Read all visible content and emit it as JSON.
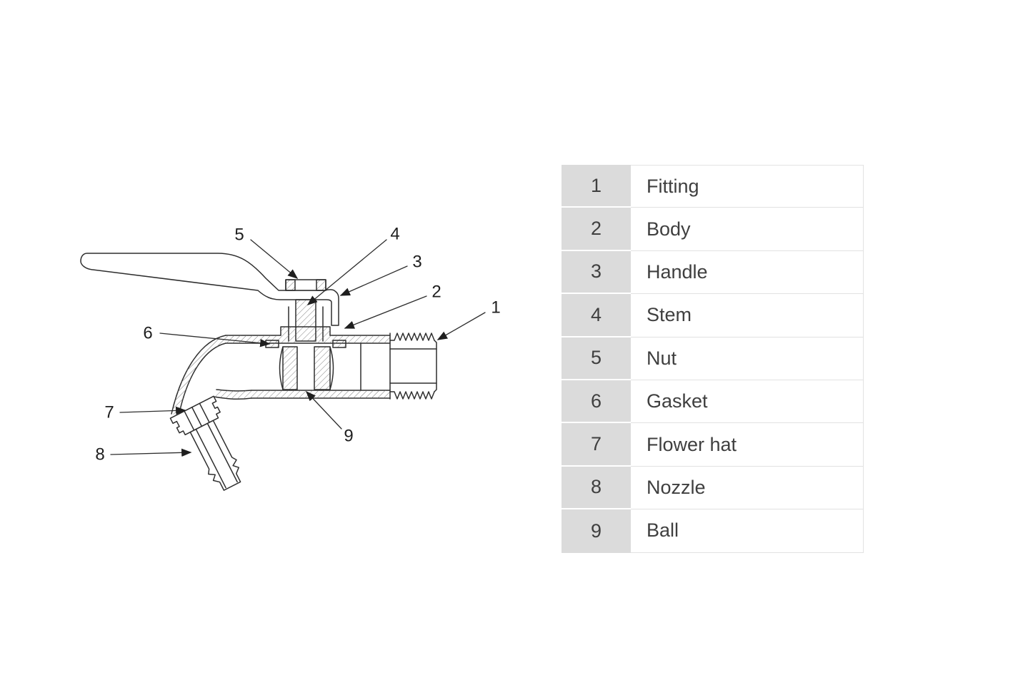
{
  "page": {
    "background": "#ffffff"
  },
  "diagram": {
    "line_color": "#2e2e2e",
    "callout_numbers": [
      "1",
      "2",
      "3",
      "4",
      "5",
      "6",
      "7",
      "8",
      "9"
    ]
  },
  "legend": {
    "rows": [
      {
        "num": "1",
        "label": "Fitting"
      },
      {
        "num": "2",
        "label": "Body"
      },
      {
        "num": "3",
        "label": "Handle"
      },
      {
        "num": "4",
        "label": "Stem"
      },
      {
        "num": "5",
        "label": "Nut"
      },
      {
        "num": "6",
        "label": "Gasket"
      },
      {
        "num": "7",
        "label": "Flower hat"
      },
      {
        "num": "8",
        "label": "Nozzle"
      },
      {
        "num": "9",
        "label": "Ball"
      }
    ],
    "colors": {
      "number_cell_bg": "#dbdbdb",
      "row_border": "#e2e2e2",
      "text": "#3f3f3f"
    }
  }
}
